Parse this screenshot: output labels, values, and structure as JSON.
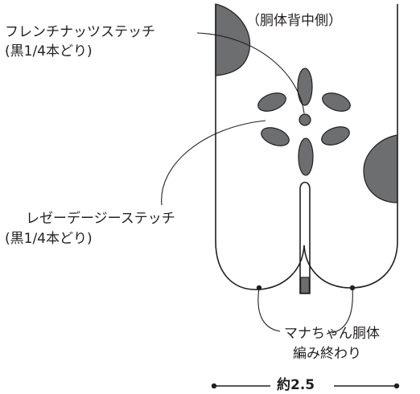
{
  "labels": {
    "body_back_side": "（胴体背中側）",
    "french_knot_stitch": "フレンチナッツステッチ",
    "french_knot_thread": "(黒1/4本どり)",
    "lazy_daisy_stitch": "レゼーデージーステッチ",
    "lazy_daisy_thread": "(黒1/4本どり)",
    "body_end_line1": "マナちゃん胴体",
    "body_end_line2": "編み終わり",
    "dimension": "約2.5"
  },
  "colors": {
    "line": "#231f20",
    "fill_gray": "#6d6e70",
    "background": "#ffffff"
  }
}
